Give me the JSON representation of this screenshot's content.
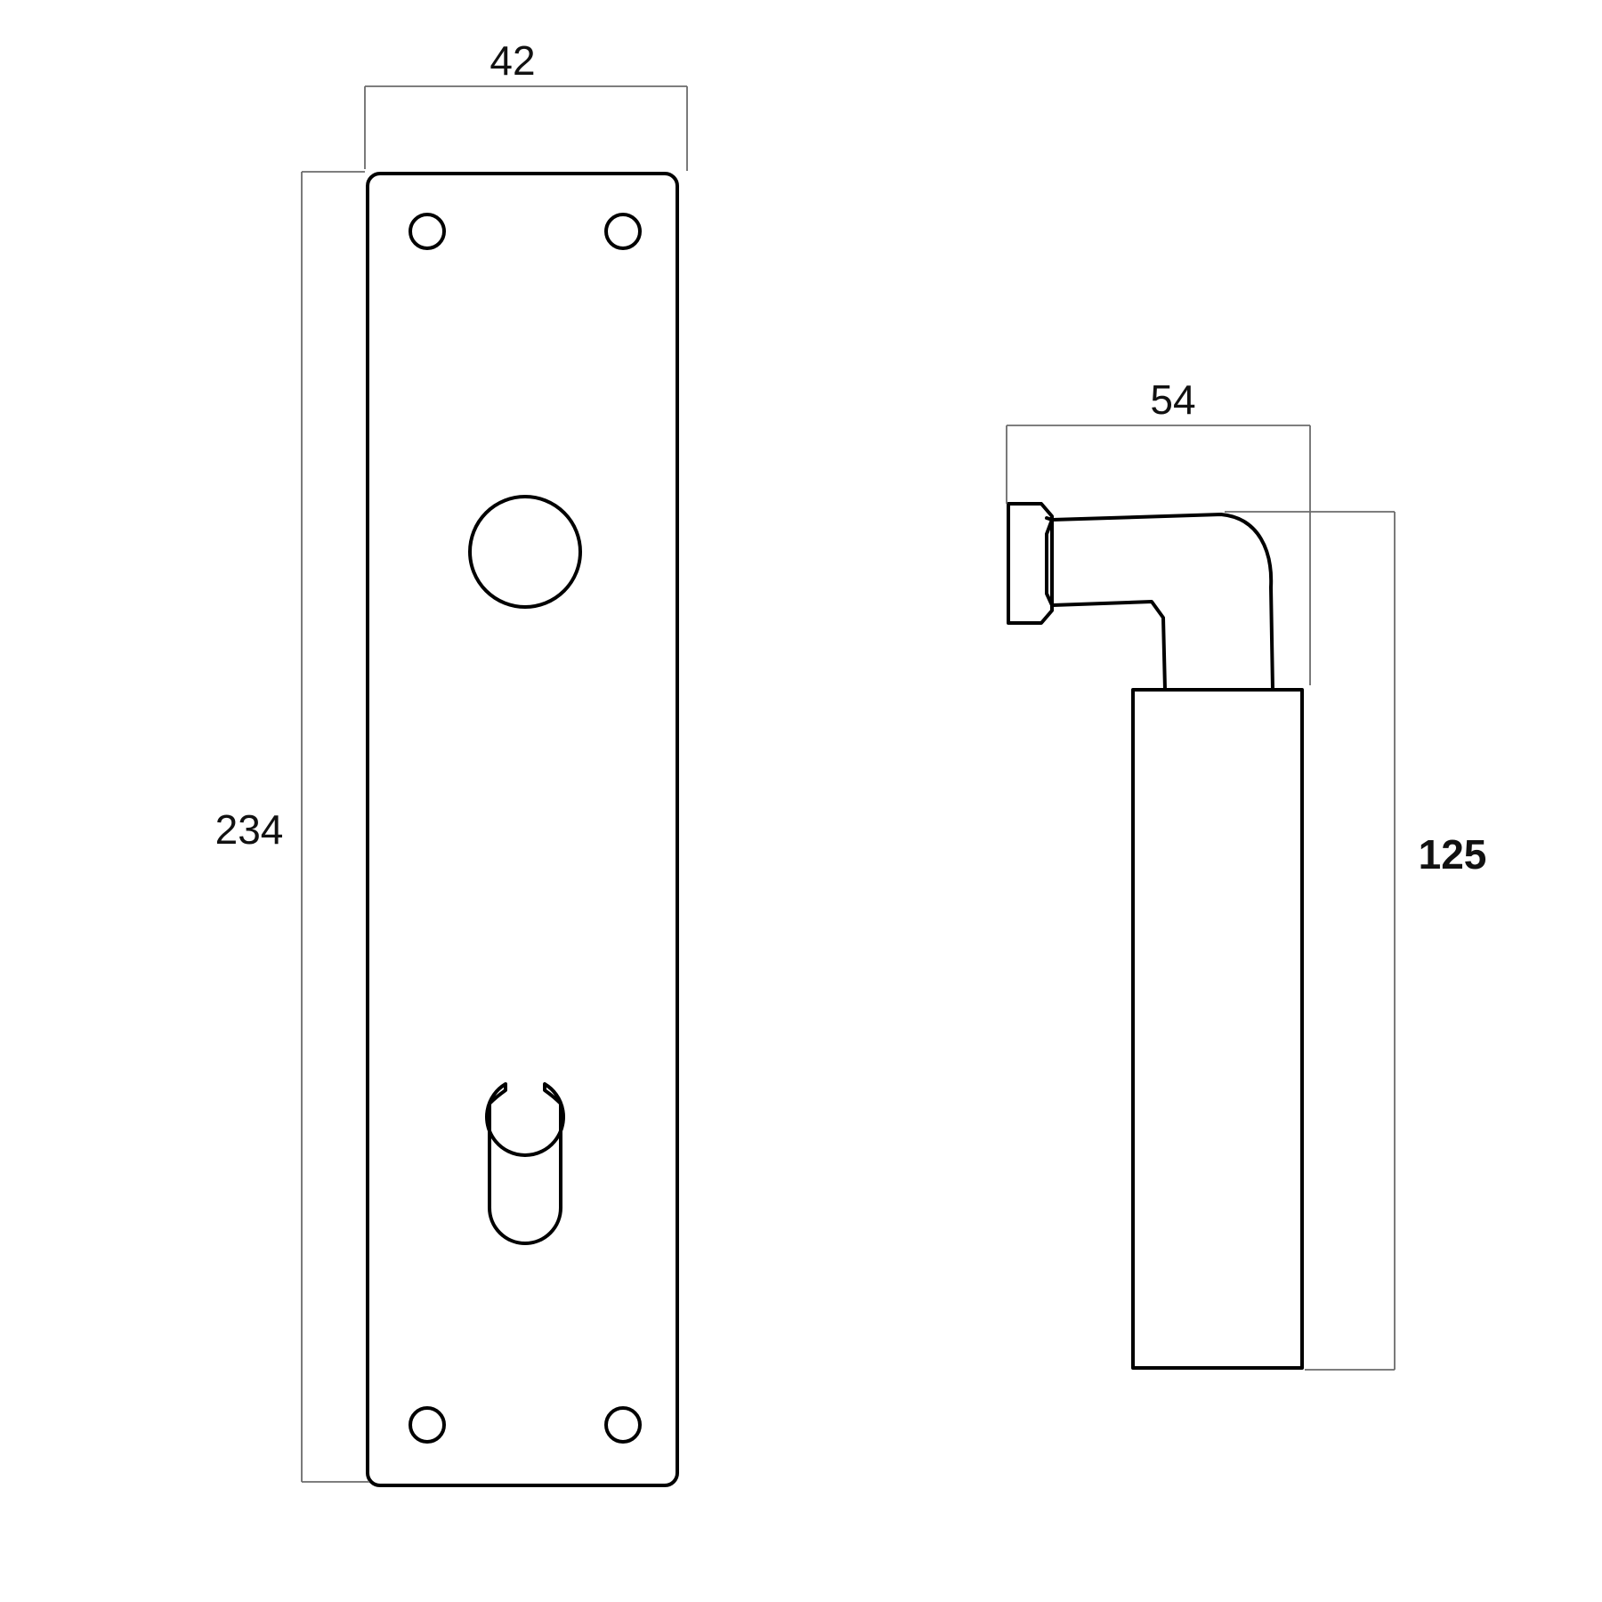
{
  "backplate": {
    "width_label": "42",
    "height_label": "234"
  },
  "lever": {
    "projection_label": "54",
    "length_label": "125"
  },
  "colors": {
    "line": "#000000",
    "dimension_line": "#6b6b6b",
    "background": "#ffffff"
  }
}
